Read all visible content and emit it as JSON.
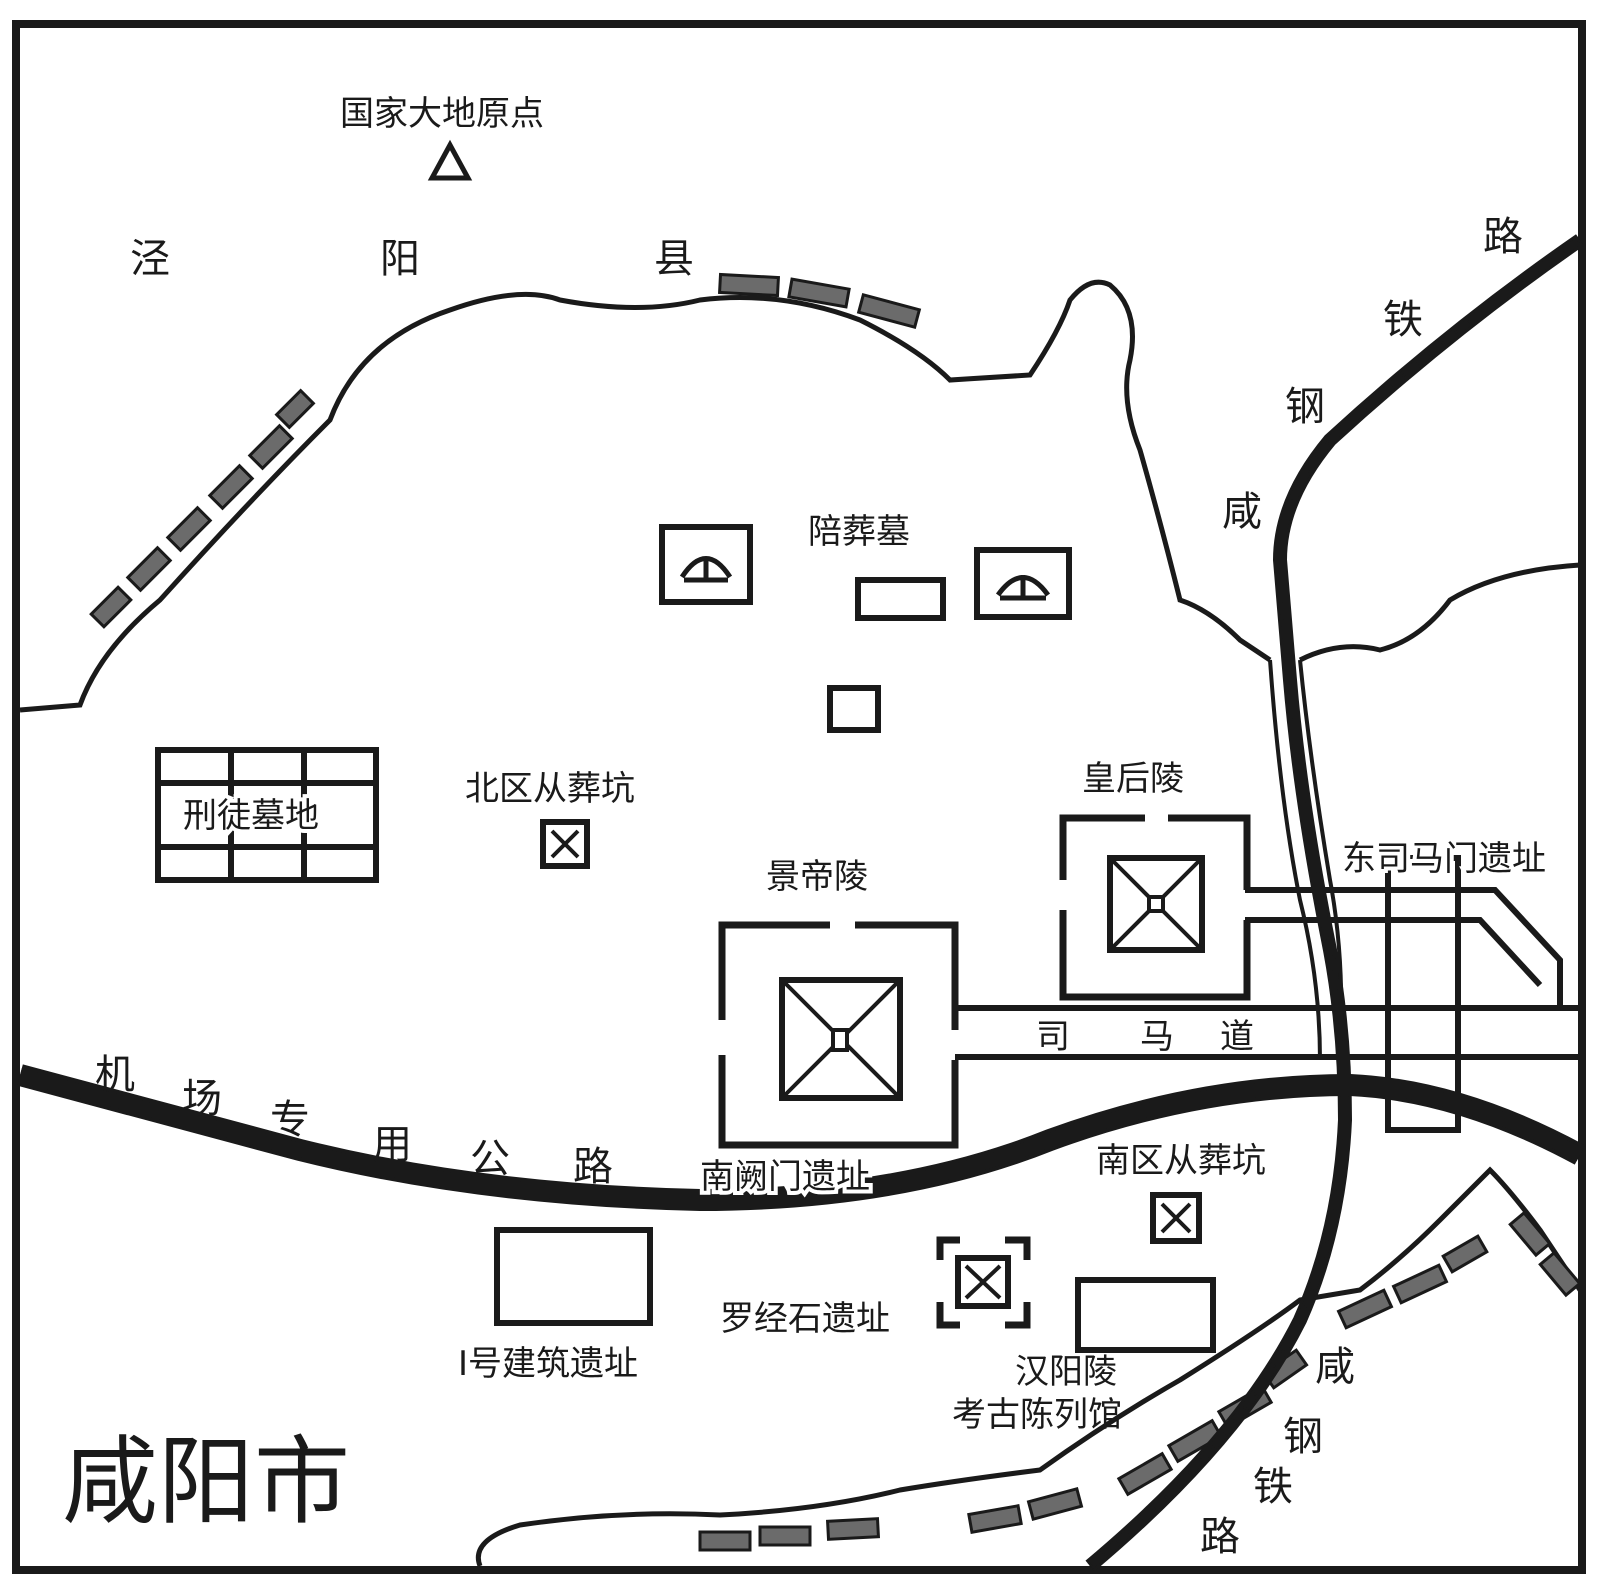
{
  "map": {
    "labels": {
      "geodetic_origin": "国家大地原点",
      "county_1": "泾",
      "county_2": "阳",
      "county_3": "县",
      "city": "咸阳市",
      "satellite_tombs": "陪葬墓",
      "north_pits": "北区从葬坑",
      "convict_cemetery": "刑徒墓地",
      "empress_tomb": "皇后陵",
      "jingdi_tomb": "景帝陵",
      "east_gate": "东司马门遗址",
      "sima_1": "司",
      "sima_2": "马",
      "sima_3": "道",
      "south_gate": "南阙门遗址",
      "south_pits": "南区从葬坑",
      "luojingshi": "罗经石遗址",
      "building_1": "Ⅰ号建筑遗址",
      "museum_1": "汉阳陵",
      "museum_2": "考古陈列馆",
      "airport_1": "机",
      "airport_2": "场",
      "airport_3": "专",
      "airport_4": "用",
      "airport_5": "公",
      "airport_6": "路",
      "rail_n_1": "咸",
      "rail_n_2": "钢",
      "rail_n_3": "铁",
      "rail_n_4": "路",
      "rail_s_1": "咸",
      "rail_s_2": "钢",
      "rail_s_3": "铁",
      "rail_s_4": "路"
    },
    "colors": {
      "ink": "#1a1a1a",
      "paper": "#ffffff"
    }
  }
}
